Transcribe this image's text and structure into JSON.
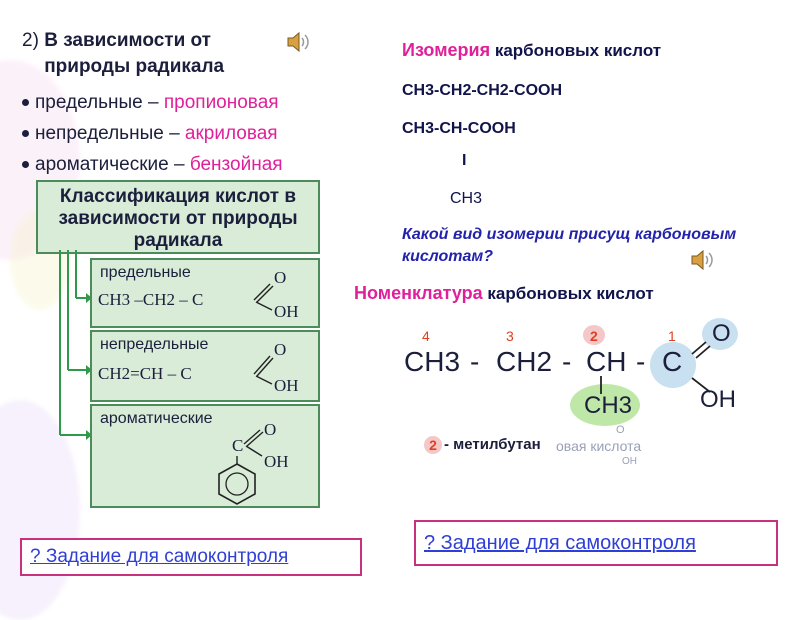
{
  "left": {
    "point_num": "2)",
    "point_title": "В зависимости от природы радикала",
    "items": [
      {
        "label": "предельные – ",
        "acid": "пропионовая"
      },
      {
        "label": "непредельные – ",
        "acid": "акриловая"
      },
      {
        "label": "ароматические – ",
        "acid": "бензойная"
      }
    ]
  },
  "classification": {
    "title": "Классификация кислот в зависимости от природы радикала",
    "boxes": [
      {
        "label": "предельные",
        "formula": "CH3 –CH2 – C",
        "o_top": "O",
        "oh": "OH"
      },
      {
        "label": "непредельные",
        "formula": "CH2=CH – C",
        "o_top": "O",
        "oh": "OH"
      },
      {
        "label": "ароматические",
        "formula": "C",
        "o_top": "O",
        "oh": "OH"
      }
    ]
  },
  "isomer": {
    "title_colored": "Изомерия",
    "title_rest": " карбоновых кислот",
    "line1": "CH3-CH2-CH2-COOH",
    "line2": "CH3-CH-COOH",
    "bar": "I",
    "line3": "CH3",
    "question": "Какой вид изомерии присущ карбоновым кислотам?"
  },
  "nomenclature": {
    "title_colored": "Номенклатура",
    "title_rest": " карбоновых кислот",
    "numbers": [
      "4",
      "3",
      "2",
      "1"
    ],
    "chain": [
      "CH3",
      "CH2",
      "CH",
      "C"
    ],
    "branch": "CH3",
    "o_top": "O",
    "oh": "OH",
    "name_num": "2",
    "name_text": " - метилбутан",
    "name_tail": "овая кислота",
    "small_o": "O",
    "small_oh": "OH"
  },
  "tasks": {
    "left_label": "? Задание для самоконтроля",
    "right_label": "? Задание для самоконтроля"
  },
  "colors": {
    "accent_pink": "#e0209a",
    "box_green": "#d8ecd8",
    "border_green": "#4c8c5a",
    "task_border": "#c7317e",
    "link_blue": "#2f3fd6"
  }
}
